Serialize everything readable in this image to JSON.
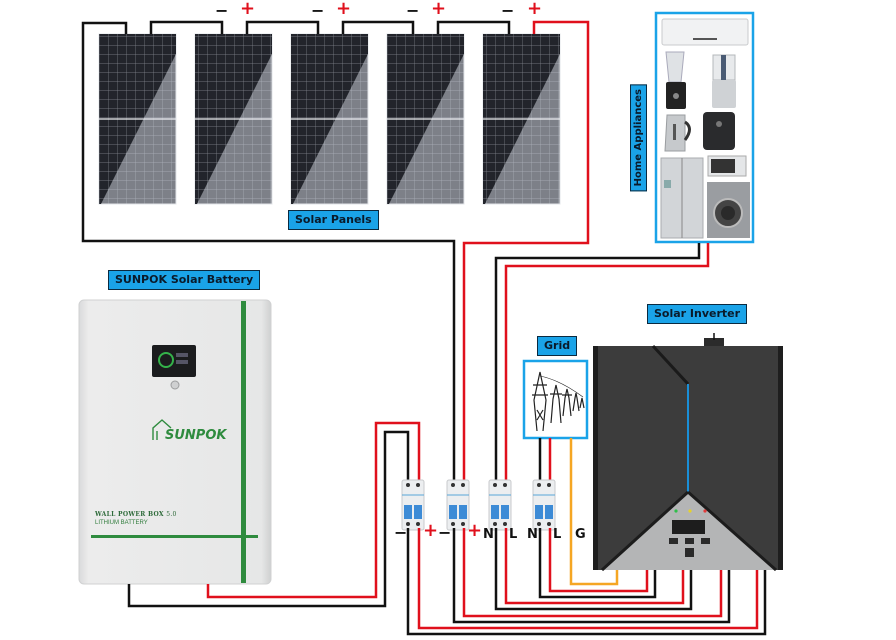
{
  "labels": {
    "solar_panels": "Solar Panels",
    "home_appliances": "Home Appliances",
    "battery": "SUNPOK Solar Battery",
    "grid": "Grid",
    "inverter": "Solar Inverter"
  },
  "panels": {
    "count": 5,
    "terminals": [
      {
        "minus": "−",
        "plus": "+"
      },
      {
        "minus": "−",
        "plus": "+"
      },
      {
        "minus": "−",
        "plus": "+"
      },
      {
        "minus": "−",
        "plus": "+"
      }
    ]
  },
  "battery": {
    "brand": "SUNPOK",
    "model_line1": "WALL POWER BOX",
    "model_version": "5.0",
    "model_line2": "LITHIUM BATTERY"
  },
  "breaker_terminals": [
    "−",
    "+",
    "−",
    "+",
    "N",
    "L",
    "N",
    "L",
    "G"
  ],
  "appliances": [
    "air-conditioner",
    "blender",
    "food-processor",
    "kettle",
    "air-fryer",
    "refrigerator",
    "toaster-oven",
    "washing-machine"
  ],
  "colors": {
    "label_bg": "#1aa3e8",
    "wire_positive": "#e0101c",
    "wire_negative": "#111111",
    "wire_ground": "#f5a623",
    "battery_accent": "#2e8b3e",
    "inverter_body": "#3a3a3a",
    "inverter_accent": "#1a8fd8"
  }
}
